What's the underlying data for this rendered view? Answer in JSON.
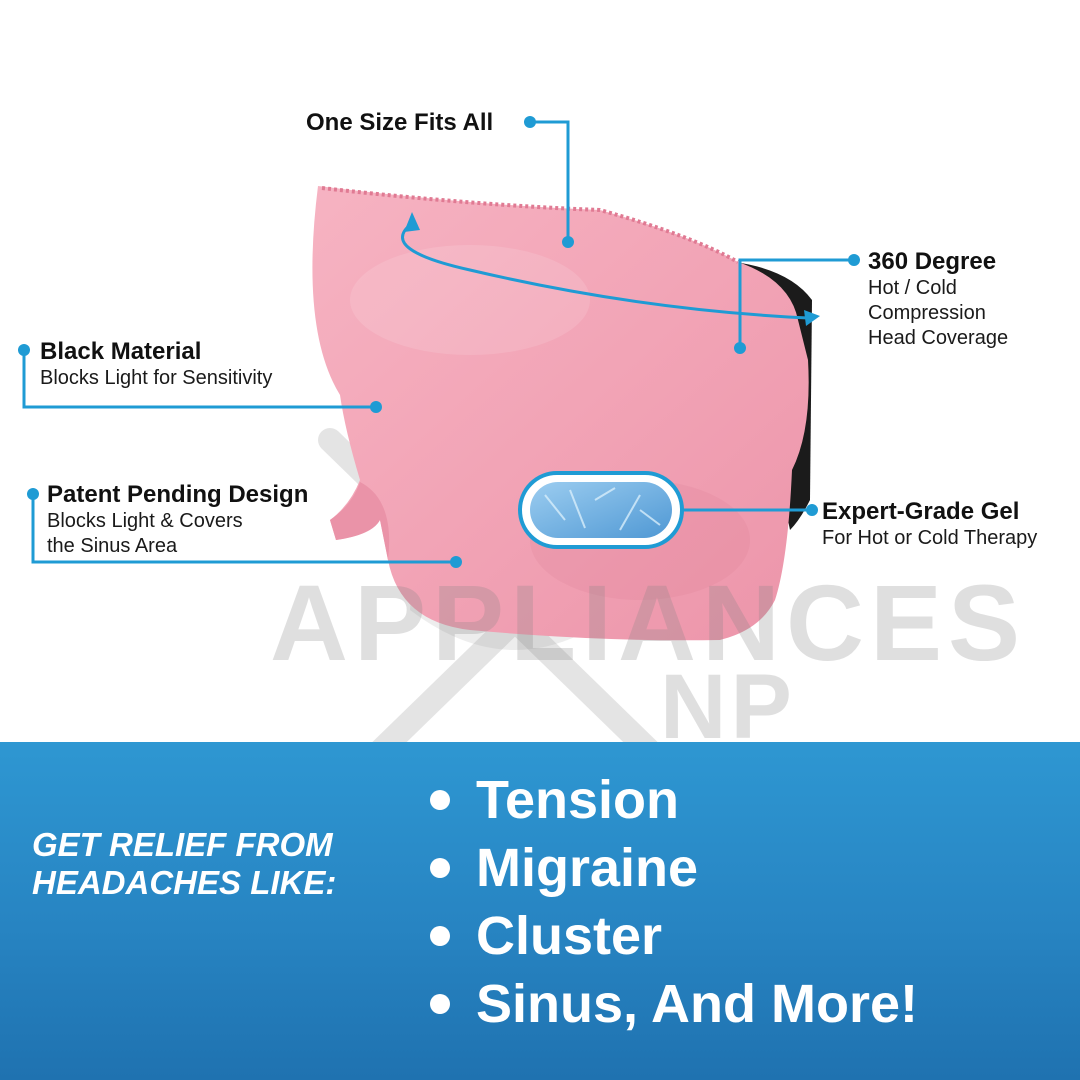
{
  "callouts": {
    "one_size": {
      "title": "One Size Fits All"
    },
    "degree": {
      "title": "360 Degree",
      "lines": [
        "Hot / Cold",
        "Compression",
        "Head Coverage"
      ]
    },
    "black": {
      "title": "Black Material",
      "sub": "Blocks Light for Sensitivity"
    },
    "patent": {
      "title": "Patent Pending Design",
      "lines": [
        "Blocks Light & Covers",
        "the Sinus Area"
      ]
    },
    "gel": {
      "title": "Expert-Grade Gel",
      "sub": "For Hot or Cold Therapy"
    }
  },
  "banner": {
    "relief_lines": [
      "GET RELIEF FROM",
      "HEADACHES LIKE:"
    ],
    "items": [
      "Tension",
      "Migraine",
      "Cluster",
      "Sinus, And More!"
    ]
  },
  "watermark": {
    "line1": "APPLIANCES",
    "line2": "NP"
  },
  "colors": {
    "accent": "#1f9bd4",
    "product_pink": "#f3a7b7",
    "band_top": "#2e97d2",
    "band_bottom": "#1f72b0",
    "gel_blue": "#6fb2e4"
  }
}
